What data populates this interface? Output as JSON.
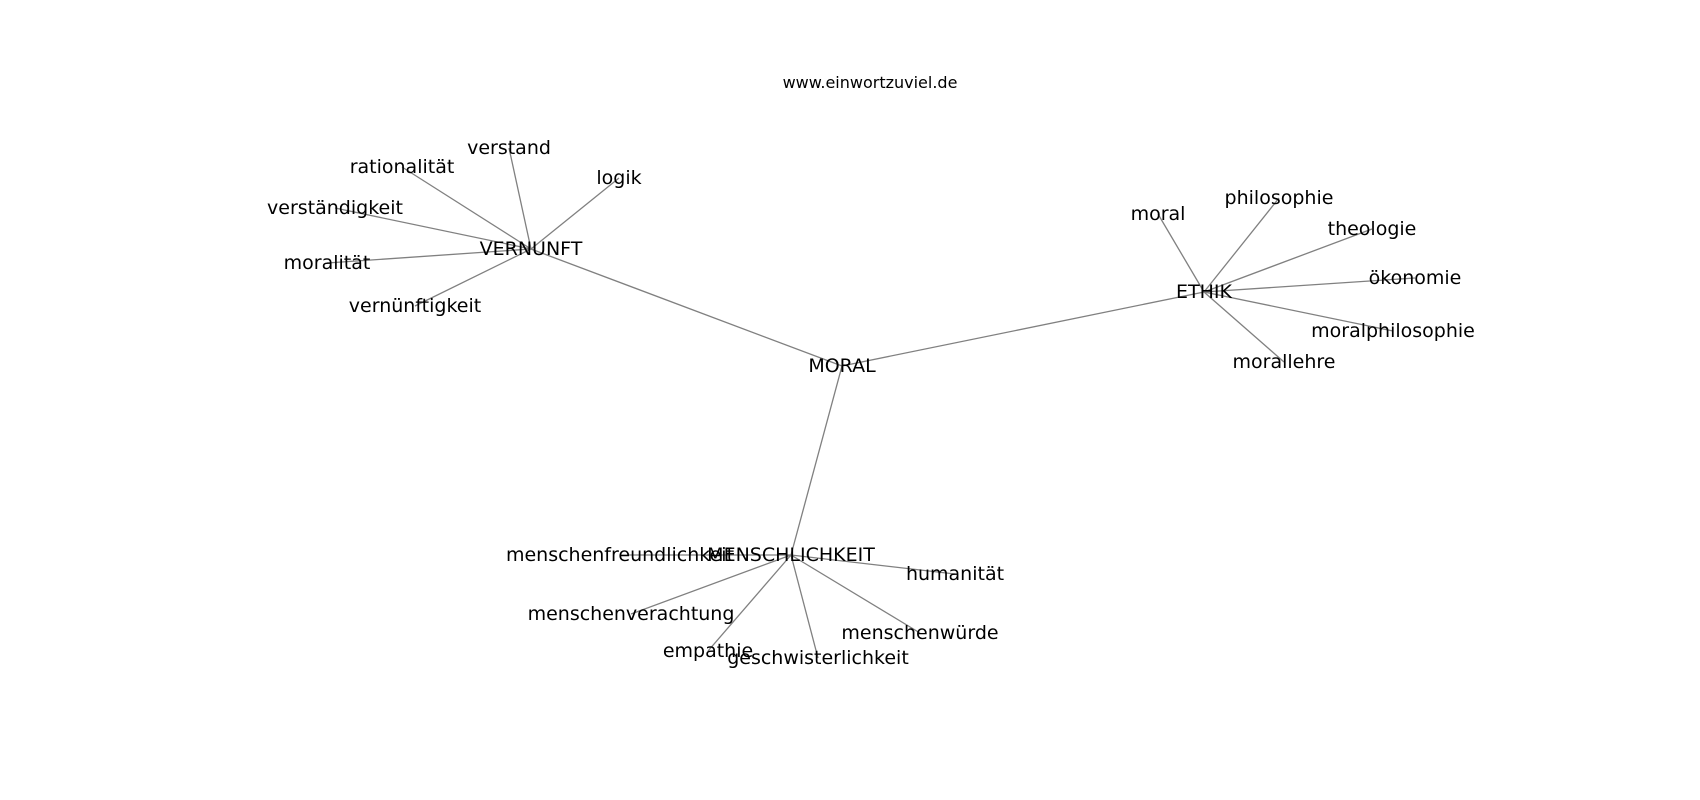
{
  "watermark": "www.einwortzuviel.de",
  "graph": {
    "center": "MORAL",
    "hubs": [
      {
        "id": "VERNUNFT",
        "label": "VERNUNFT",
        "leaves": [
          "verstand",
          "rationalität",
          "logik",
          "verständigkeit",
          "moralität",
          "vernünftigkeit"
        ]
      },
      {
        "id": "ETHIK",
        "label": "ETHIK",
        "leaves": [
          "moral",
          "philosophie",
          "theologie",
          "ökonomie",
          "moralphilosophie",
          "morallehre"
        ]
      },
      {
        "id": "MENSCHLICHKEIT",
        "label": "MENSCHLICHKEIT",
        "leaves": [
          "menschenfreundlichkeit",
          "humanität",
          "menschenverachtung",
          "menschenwürde",
          "empathie",
          "geschwisterlichkeit"
        ]
      }
    ]
  }
}
